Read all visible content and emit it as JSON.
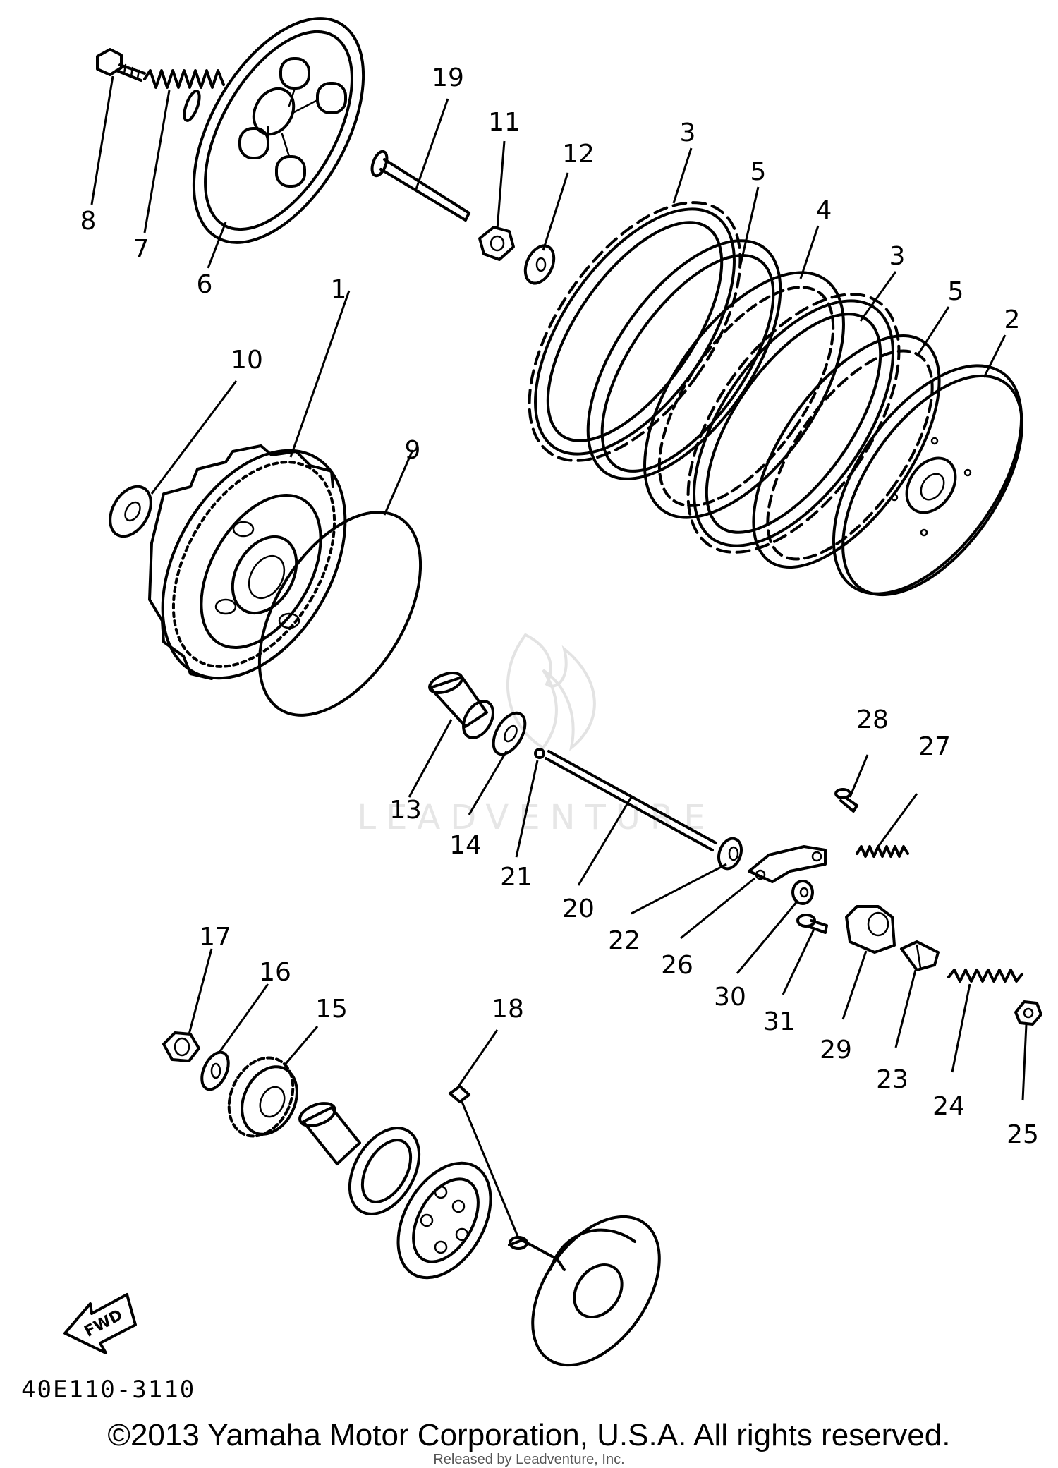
{
  "diagram_code": "40E110-3110",
  "copyright": "©2013 Yamaha Motor Corporation, U.S.A. All rights reserved.",
  "released_by": "Released by Leadventure, Inc.",
  "watermark": "LEADVENTURE",
  "fwd_label": "FWD",
  "callouts": [
    {
      "id": "8",
      "label": "8"
    },
    {
      "id": "7",
      "label": "7"
    },
    {
      "id": "6",
      "label": "6"
    },
    {
      "id": "19",
      "label": "19"
    },
    {
      "id": "11",
      "label": "11"
    },
    {
      "id": "12",
      "label": "12"
    },
    {
      "id": "3a",
      "label": "3"
    },
    {
      "id": "5a",
      "label": "5"
    },
    {
      "id": "4",
      "label": "4"
    },
    {
      "id": "3b",
      "label": "3"
    },
    {
      "id": "5b",
      "label": "5"
    },
    {
      "id": "2",
      "label": "2"
    },
    {
      "id": "10",
      "label": "10"
    },
    {
      "id": "1",
      "label": "1"
    },
    {
      "id": "9",
      "label": "9"
    },
    {
      "id": "28",
      "label": "28"
    },
    {
      "id": "27",
      "label": "27"
    },
    {
      "id": "13",
      "label": "13"
    },
    {
      "id": "14",
      "label": "14"
    },
    {
      "id": "21",
      "label": "21"
    },
    {
      "id": "20",
      "label": "20"
    },
    {
      "id": "22",
      "label": "22"
    },
    {
      "id": "26",
      "label": "26"
    },
    {
      "id": "30",
      "label": "30"
    },
    {
      "id": "31",
      "label": "31"
    },
    {
      "id": "29",
      "label": "29"
    },
    {
      "id": "23",
      "label": "23"
    },
    {
      "id": "24",
      "label": "24"
    },
    {
      "id": "25",
      "label": "25"
    },
    {
      "id": "17",
      "label": "17"
    },
    {
      "id": "16",
      "label": "16"
    },
    {
      "id": "15",
      "label": "15"
    },
    {
      "id": "18",
      "label": "18"
    }
  ]
}
